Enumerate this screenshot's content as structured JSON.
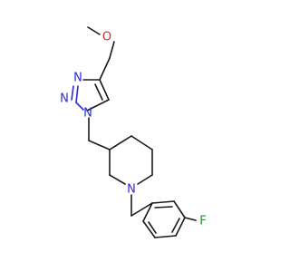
{
  "molecule": {
    "atoms": {
      "n_triazole_top": "N",
      "n_triazole_mid": "N",
      "n_triazole_sub": "N",
      "n_piperidine": "N",
      "o_methoxy": "O",
      "f_aryl": "F"
    },
    "colors": {
      "bond": "#1a1a1a",
      "nitrogen": "#2b2bd6",
      "oxygen": "#d42a2a",
      "fluorine": "#2a8a2a",
      "background": "#ffffff"
    }
  }
}
